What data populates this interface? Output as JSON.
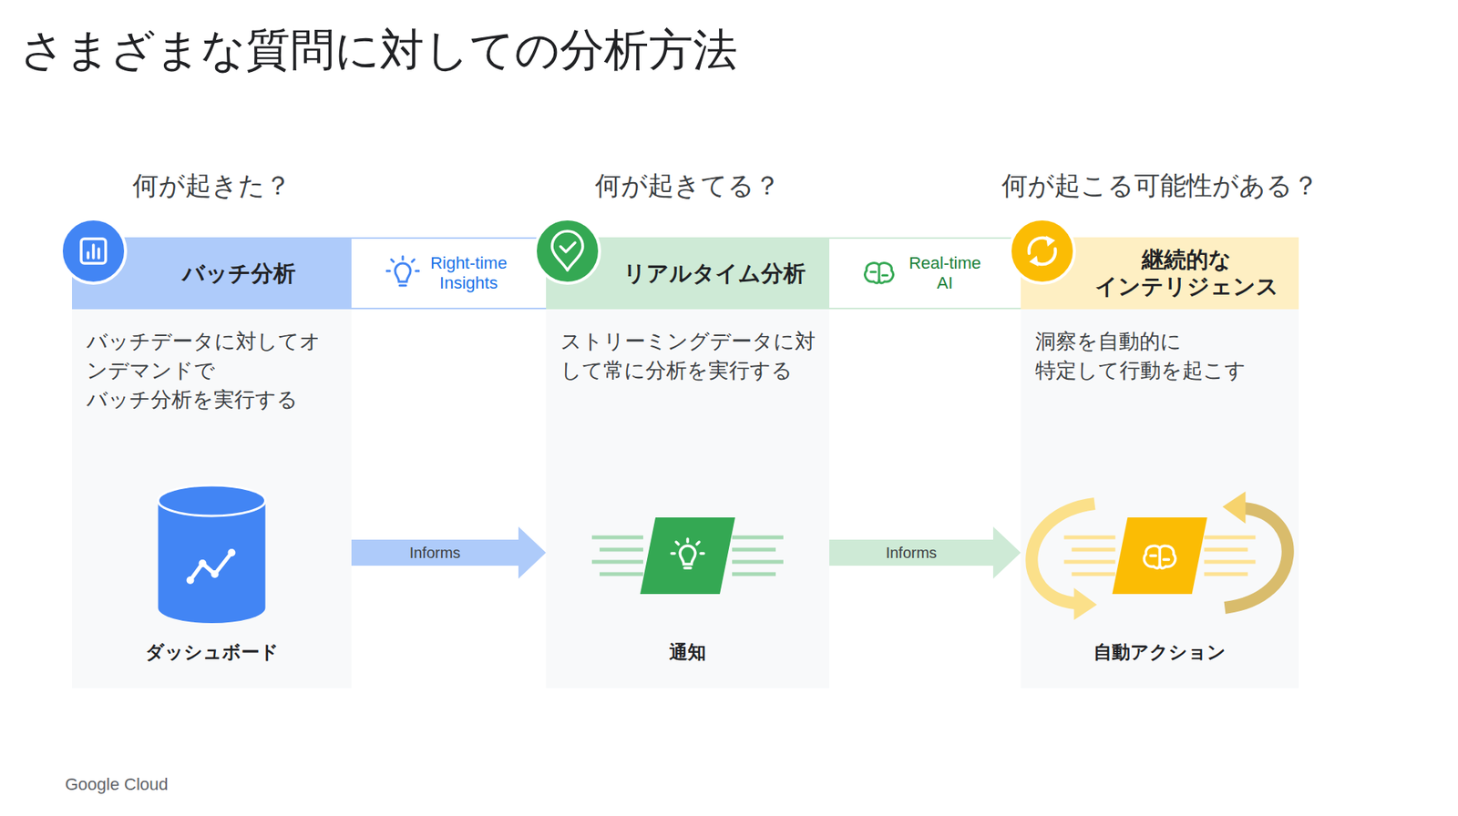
{
  "diagram": {
    "title": "さまざまな質問に対しての分析方法",
    "nodes": [
      {
        "text": [
          "何が起きた？",
          "バッチ分析",
          "バッチデータに対してオ ンデマンドで バッチ分析を実行する",
          "ダッシュボード"
        ]
      },
      {
        "text": [
          "Right-time Insights"
        ]
      },
      {
        "text": [
          "何が起きてる？",
          "リアルタイム分析",
          "ストリーミングデータに対 して常に分析を実行する",
          "通知"
        ]
      },
      {
        "text": [
          "Real-time AI"
        ]
      },
      {
        "text": [
          "何が起こる可能性がある？",
          "継続的な インテリジェンス",
          "洞察を自動的に 特定して行動を起こす",
          "自動アクション"
        ]
      }
    ],
    "edges": [
      {
        "from": 0,
        "to": 2,
        "label": "Informs",
        "arrow": "to"
      },
      {
        "from": 2,
        "to": 4,
        "label": "Informs",
        "arrow": "to"
      }
    ],
    "labels": [
      "Google Cloud"
    ]
  }
}
